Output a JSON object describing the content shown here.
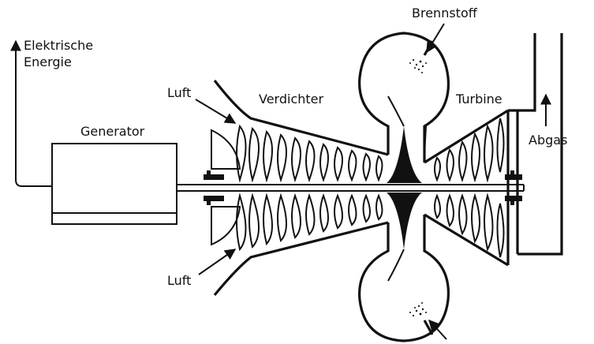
{
  "diagram": {
    "labels": {
      "energy_line1": "Elektrische",
      "energy_line2": "Energie",
      "generator": "Generator",
      "air_top": "Luft",
      "air_bottom": "Luft",
      "compressor": "Verdichter",
      "fuel": "Brennstoff",
      "turbine": "Turbine",
      "exhaust": "Abgas"
    },
    "colors": {
      "ink": "#111111",
      "background": "#ffffff"
    }
  }
}
